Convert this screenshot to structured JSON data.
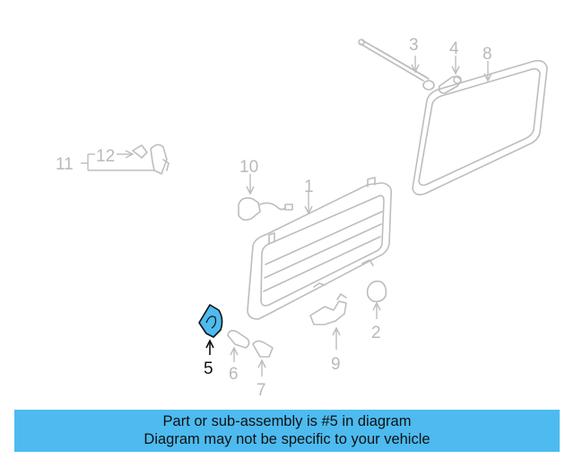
{
  "diagram": {
    "labels": {
      "1": "1",
      "2": "2",
      "3": "3",
      "4": "4",
      "5": "5",
      "6": "6",
      "7": "7",
      "8": "8",
      "9": "9",
      "10": "10",
      "11": "11",
      "12": "12"
    },
    "highlight_part": "5",
    "colors": {
      "highlight": "#4dbbf0",
      "part_stroke": "#bdbdbd",
      "label": "#b9b9b9",
      "label_highlight": "#111111"
    }
  },
  "banner": {
    "line1": "Part or sub-assembly is #5 in diagram",
    "line2": "Diagram may not be specific to your vehicle",
    "color": "#4dbbf0"
  }
}
